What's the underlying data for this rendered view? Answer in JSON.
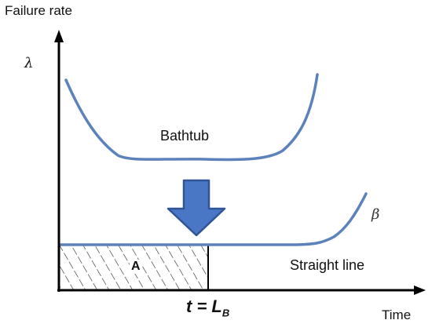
{
  "y_axis_label": "Failure rate",
  "y_symbol": "λ",
  "x_axis_label": "Time",
  "curve_labels": {
    "bathtub": "Bathtub",
    "straight": "Straight line",
    "beta": "β"
  },
  "region_label": "A",
  "marker": {
    "prefix": "t = L",
    "subscript": "B"
  },
  "colors": {
    "curve": "#5b82bb",
    "arrow": "#4a76c6",
    "arrow_outline": "#2f5597",
    "axis": "#000000"
  },
  "icons": {
    "transform_arrow": "down-arrow-icon"
  }
}
